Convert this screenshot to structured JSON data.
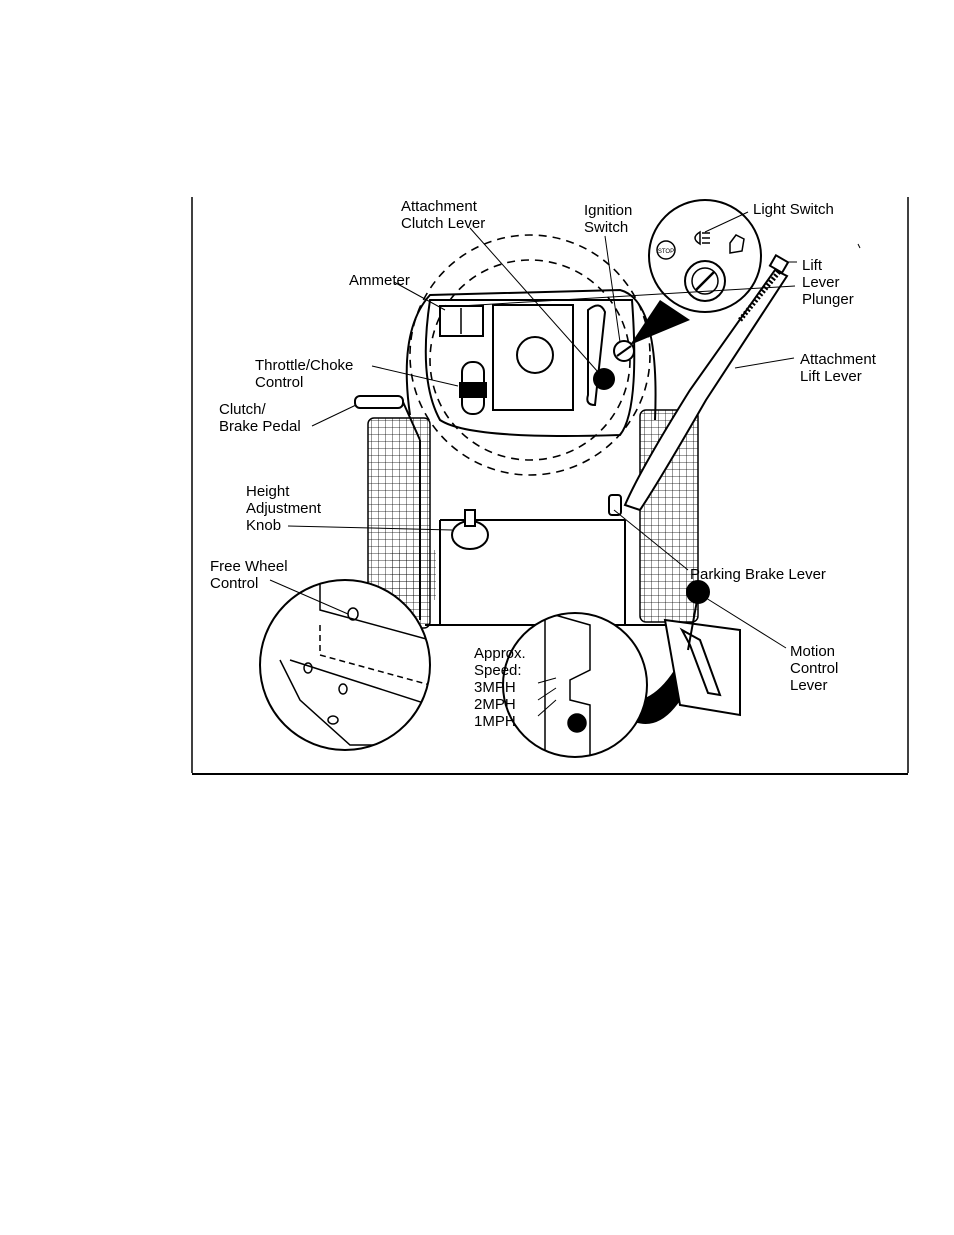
{
  "labels": {
    "attachment_clutch_lever": [
      "Attachment",
      "Clutch Lever"
    ],
    "ignition_switch": [
      "Ignition",
      "Switch"
    ],
    "light_switch": [
      "Light Switch"
    ],
    "lift_lever_plunger": [
      "Lift",
      "Lever",
      "Plunger"
    ],
    "ammeter": [
      "Ammeter"
    ],
    "attachment_lift_lever": [
      "Attachment",
      "Lift Lever"
    ],
    "throttle_choke_control": [
      "Throttle/Choke",
      "Control"
    ],
    "clutch_brake_pedal": [
      "Clutch/",
      "Brake Pedal"
    ],
    "height_adjustment_knob": [
      "Height",
      "Adjustment",
      "Knob"
    ],
    "free_wheel_control": [
      "Free Wheel",
      "Control"
    ],
    "parking_brake_lever": [
      "Parking Brake Lever"
    ],
    "motion_control_lever": [
      "Motion",
      "Control",
      "Lever"
    ],
    "approx_speed": [
      "Approx.",
      "Speed:",
      "3MPH",
      "2MPH",
      "1MPH"
    ]
  },
  "icons": [
    "stop-icon",
    "headlight-icon",
    "engine-start-icon",
    "ignition-key-icon"
  ]
}
